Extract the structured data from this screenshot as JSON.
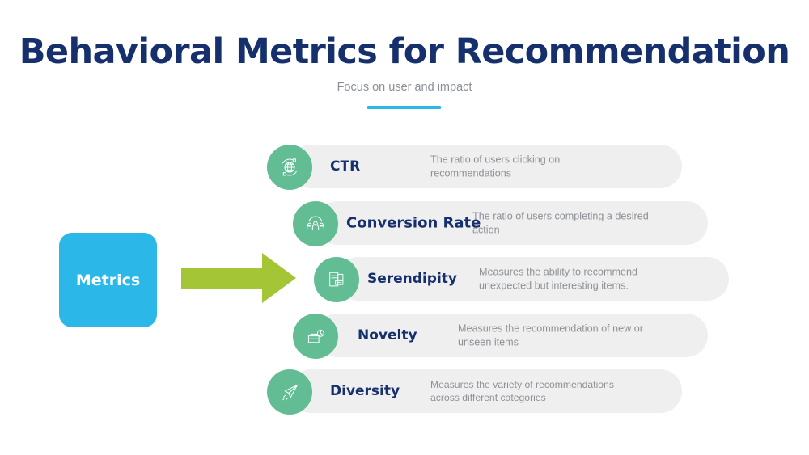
{
  "header": {
    "title": "Behavioral Metrics for Recommendation",
    "subtitle": "Focus on user and impact"
  },
  "left_cluster": {
    "box_label": "Metrics",
    "arrow_icon": "right-arrow-icon"
  },
  "colors": {
    "title_navy": "#16306e",
    "accent_blue": "#2bb8e8",
    "icon_green": "#63bd94",
    "arrow_green": "#a4c636",
    "pill_gray": "#efefef",
    "subtitle_gray": "#8a8f98",
    "description_gray": "#8d9196"
  },
  "rows": [
    {
      "label": "CTR",
      "description": "The ratio of users clicking on recommendations",
      "icon": "globe-network-icon"
    },
    {
      "label": "Conversion Rate",
      "description": "The ratio of users completing a desired action",
      "icon": "users-group-icon"
    },
    {
      "label": "Serendipity",
      "description": "Measures the ability to recommend unexpected but interesting items.",
      "icon": "stacked-documents-icon"
    },
    {
      "label": "Novelty",
      "description": "Measures the recommendation of new or unseen items",
      "icon": "box-clock-icon"
    },
    {
      "label": "Diversity",
      "description": "Measures the variety of recommendations across different categories",
      "icon": "paper-plane-icon"
    }
  ]
}
